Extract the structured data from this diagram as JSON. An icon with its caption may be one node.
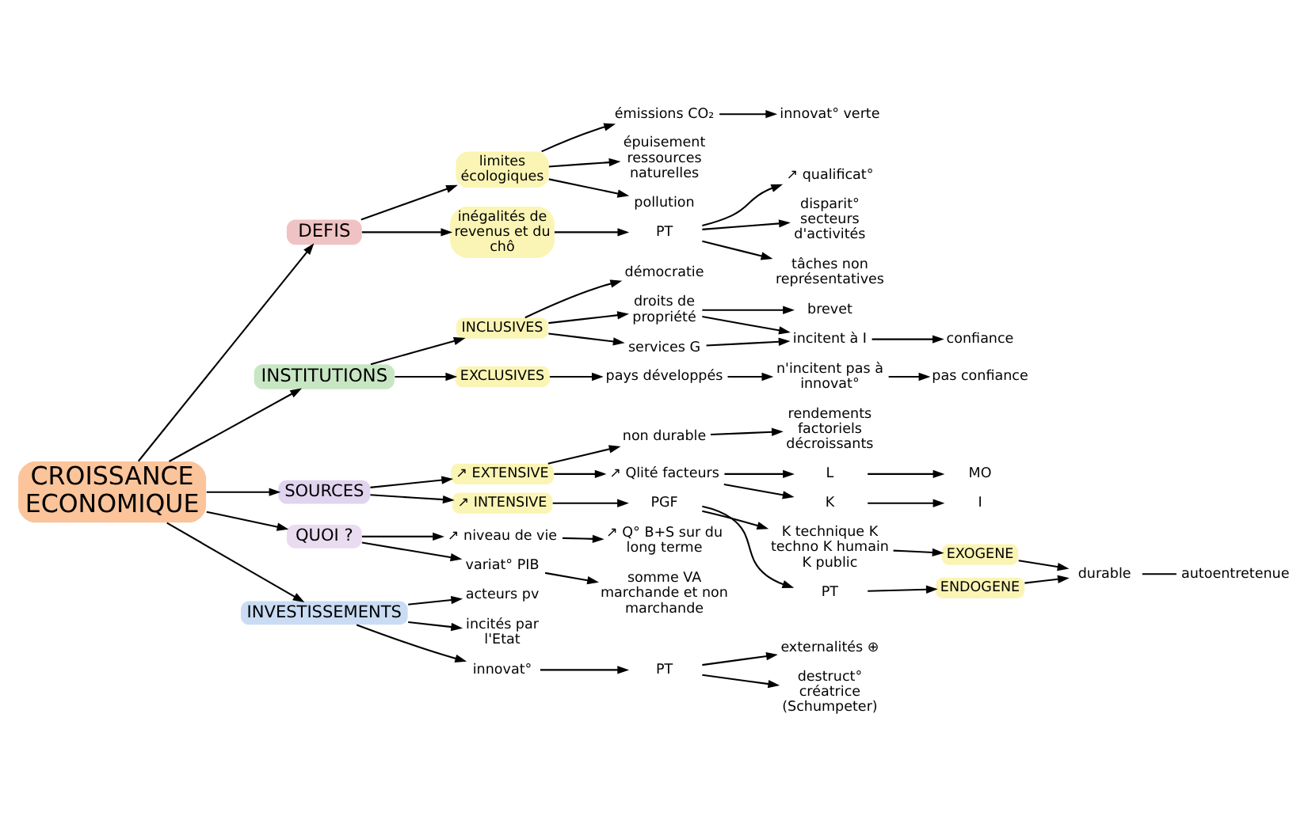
{
  "diagram": {
    "nodes": [
      {
        "text": [
          "CROISSANCE ECONOMIQUE"
        ]
      },
      {
        "text": [
          "DEFIS"
        ]
      },
      {
        "text": [
          "limites écologiques"
        ]
      },
      {
        "text": [
          "émissions CO₂"
        ]
      },
      {
        "text": [
          "innovat° verte"
        ]
      },
      {
        "text": [
          "épuisement ressources naturelles"
        ]
      },
      {
        "text": [
          "pollution"
        ]
      },
      {
        "text": [
          "inégalités de revenus et du chô"
        ]
      },
      {
        "text": [
          "PT"
        ]
      },
      {
        "text": [
          "↗ qualificat°"
        ]
      },
      {
        "text": [
          "disparit° secteurs d'activités"
        ]
      },
      {
        "text": [
          "tâches non représentatives"
        ]
      },
      {
        "text": [
          "INSTITUTIONS"
        ]
      },
      {
        "text": [
          "INCLUSIVES"
        ]
      },
      {
        "text": [
          "démocratie"
        ]
      },
      {
        "text": [
          "droits de propriété"
        ]
      },
      {
        "text": [
          "brevet"
        ]
      },
      {
        "text": [
          "services G"
        ]
      },
      {
        "text": [
          "incitent à I"
        ]
      },
      {
        "text": [
          "confiance"
        ]
      },
      {
        "text": [
          "EXCLUSIVES"
        ]
      },
      {
        "text": [
          "pays développés"
        ]
      },
      {
        "text": [
          "n'incitent pas à innovat°"
        ]
      },
      {
        "text": [
          "pas confiance"
        ]
      },
      {
        "text": [
          "SOURCES"
        ]
      },
      {
        "text": [
          "↗ EXTENSIVE"
        ]
      },
      {
        "text": [
          "↗ INTENSIVE"
        ]
      },
      {
        "text": [
          "non durable"
        ]
      },
      {
        "text": [
          "rendements factoriels décroissants"
        ]
      },
      {
        "text": [
          "↗ Qlité facteurs"
        ]
      },
      {
        "text": [
          "L"
        ]
      },
      {
        "text": [
          "MO"
        ]
      },
      {
        "text": [
          "K"
        ]
      },
      {
        "text": [
          "I"
        ]
      },
      {
        "text": [
          "PGF"
        ]
      },
      {
        "text": [
          "K technique K techno K humain K public"
        ]
      },
      {
        "text": [
          "PT"
        ]
      },
      {
        "text": [
          "EXOGENE"
        ]
      },
      {
        "text": [
          "ENDOGENE"
        ]
      },
      {
        "text": [
          "durable"
        ]
      },
      {
        "text": [
          "autoentretenue"
        ]
      },
      {
        "text": [
          "QUOI ?"
        ]
      },
      {
        "text": [
          "↗ niveau de vie"
        ]
      },
      {
        "text": [
          "↗ Q° B+S sur du long terme"
        ]
      },
      {
        "text": [
          "variat° PIB"
        ]
      },
      {
        "text": [
          "somme VA marchande et non marchande"
        ]
      },
      {
        "text": [
          "INVESTISSEMENTS"
        ]
      },
      {
        "text": [
          "acteurs pv"
        ]
      },
      {
        "text": [
          "incités par l'Etat"
        ]
      },
      {
        "text": [
          "innovat°"
        ]
      },
      {
        "text": [
          "PT"
        ]
      },
      {
        "text": [
          "externalités ⊕"
        ]
      },
      {
        "text": [
          "destruct° créatrice (Schumpeter)"
        ]
      }
    ],
    "edges": [
      {
        "from": 0,
        "to": 1,
        "arrow": "to"
      },
      {
        "from": 0,
        "to": 12,
        "arrow": "to"
      },
      {
        "from": 0,
        "to": 24,
        "arrow": "to"
      },
      {
        "from": 0,
        "to": 41,
        "arrow": "to"
      },
      {
        "from": 0,
        "to": 46,
        "arrow": "to"
      },
      {
        "from": 1,
        "to": 2,
        "arrow": "to"
      },
      {
        "from": 1,
        "to": 7,
        "arrow": "to"
      },
      {
        "from": 2,
        "to": 3,
        "arrow": "to"
      },
      {
        "from": 3,
        "to": 4,
        "arrow": "to"
      },
      {
        "from": 2,
        "to": 5,
        "arrow": "to"
      },
      {
        "from": 2,
        "to": 6,
        "arrow": "to"
      },
      {
        "from": 7,
        "to": 8,
        "arrow": "to"
      },
      {
        "from": 8,
        "to": 9,
        "arrow": "to"
      },
      {
        "from": 8,
        "to": 10,
        "arrow": "to"
      },
      {
        "from": 8,
        "to": 11,
        "arrow": "to"
      },
      {
        "from": 12,
        "to": 13,
        "arrow": "to"
      },
      {
        "from": 12,
        "to": 20,
        "arrow": "to"
      },
      {
        "from": 13,
        "to": 14,
        "arrow": "to"
      },
      {
        "from": 13,
        "to": 15,
        "arrow": "to"
      },
      {
        "from": 13,
        "to": 17,
        "arrow": "to"
      },
      {
        "from": 15,
        "to": 16,
        "arrow": "to"
      },
      {
        "from": 15,
        "to": 18,
        "arrow": "to"
      },
      {
        "from": 17,
        "to": 18,
        "arrow": "to"
      },
      {
        "from": 18,
        "to": 19,
        "arrow": "to"
      },
      {
        "from": 20,
        "to": 21,
        "arrow": "to"
      },
      {
        "from": 21,
        "to": 22,
        "arrow": "to"
      },
      {
        "from": 22,
        "to": 23,
        "arrow": "to"
      },
      {
        "from": 24,
        "to": 25,
        "arrow": "to"
      },
      {
        "from": 24,
        "to": 26,
        "arrow": "to"
      },
      {
        "from": 25,
        "to": 27,
        "arrow": "to"
      },
      {
        "from": 27,
        "to": 28,
        "arrow": "to"
      },
      {
        "from": 25,
        "to": 29,
        "arrow": "to"
      },
      {
        "from": 29,
        "to": 30,
        "arrow": "to"
      },
      {
        "from": 30,
        "to": 31,
        "arrow": "to"
      },
      {
        "from": 29,
        "to": 32,
        "arrow": "to"
      },
      {
        "from": 32,
        "to": 33,
        "arrow": "to"
      },
      {
        "from": 26,
        "to": 34,
        "arrow": "to"
      },
      {
        "from": 34,
        "to": 35,
        "arrow": "to"
      },
      {
        "from": 34,
        "to": 36,
        "arrow": "to"
      },
      {
        "from": 35,
        "to": 37,
        "arrow": "to"
      },
      {
        "from": 36,
        "to": 38,
        "arrow": "to"
      },
      {
        "from": 37,
        "to": 39,
        "arrow": "to"
      },
      {
        "from": 38,
        "to": 39,
        "arrow": "to"
      },
      {
        "from": 39,
        "to": 40,
        "arrow": "none"
      },
      {
        "from": 41,
        "to": 42,
        "arrow": "to"
      },
      {
        "from": 41,
        "to": 44,
        "arrow": "to"
      },
      {
        "from": 42,
        "to": 43,
        "arrow": "to"
      },
      {
        "from": 44,
        "to": 45,
        "arrow": "to"
      },
      {
        "from": 46,
        "to": 47,
        "arrow": "to"
      },
      {
        "from": 46,
        "to": 48,
        "arrow": "to"
      },
      {
        "from": 46,
        "to": 49,
        "arrow": "to"
      },
      {
        "from": 49,
        "to": 50,
        "arrow": "to"
      },
      {
        "from": 50,
        "to": 51,
        "arrow": "to"
      },
      {
        "from": 50,
        "to": 52,
        "arrow": "to"
      }
    ]
  }
}
